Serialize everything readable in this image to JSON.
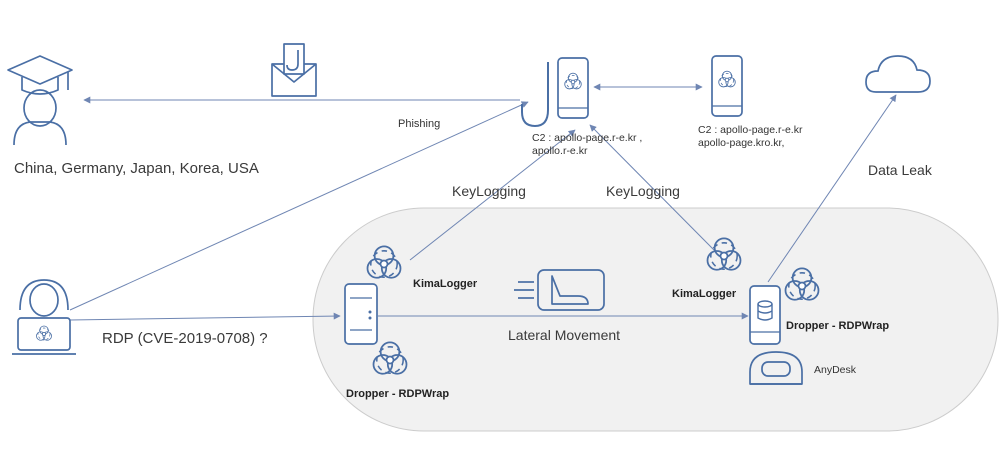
{
  "victims": {
    "label": "China, Germany, Japan, Korea, USA"
  },
  "attack": {
    "phishing_label": "Phishing",
    "rdp_label": "RDP (CVE-2019-0708) ?"
  },
  "c2": {
    "primary": [
      "C2 : apollo-page.r-e.kr ,",
      "apollo.r-e.kr"
    ],
    "secondary": [
      "C2 : apollo-page.r-e.kr",
      "apollo-page.kro.kr,"
    ]
  },
  "flows": {
    "keylogging_left": "KeyLogging",
    "keylogging_right": "KeyLogging",
    "data_leak": "Data Leak",
    "lateral_movement": "Lateral Movement"
  },
  "left_host": {
    "kimalogger": "KimaLogger",
    "dropper": "Dropper - RDPWrap"
  },
  "right_host": {
    "kimalogger": "KimaLogger",
    "dropper": "Dropper - RDPWrap",
    "anydesk": "AnyDesk"
  },
  "colors": {
    "icon_stroke": "#4a6fa5",
    "arrow": "#6f86b3",
    "network_fill": "#f1f1f1",
    "network_stroke": "#cccccc"
  },
  "icons": [
    "graduate-icon",
    "mail-icon",
    "phishing-hook-icon",
    "server-icon",
    "biohazard-icon",
    "cloud-icon",
    "hacker-icon",
    "hard-drive-icon",
    "database-icon",
    "anydesk-icon"
  ]
}
